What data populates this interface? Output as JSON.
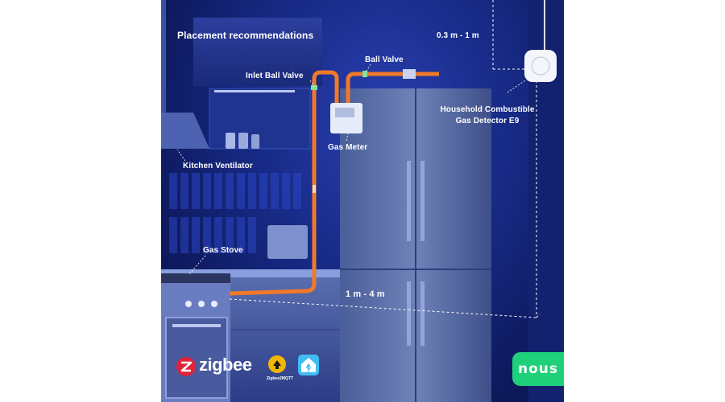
{
  "header": {
    "title": "Placement recommendations"
  },
  "distances": {
    "ceiling": "0.3 m - 1 m",
    "horizontal": "1 m - 4 m"
  },
  "labels": {
    "inlet_ball_valve": "Inlet Ball Valve",
    "ball_valve": "Ball Valve",
    "gas_meter": "Gas Meter",
    "detector": "Household Combustible Gas Detector E9",
    "kitchen_ventilator": "Kitchen Ventilator",
    "gas_stove": "Gas Stove"
  },
  "logos": {
    "zigbee": "zigbee",
    "zigbee2mqtt": "Zigbee2MQTT",
    "brand": "nous"
  },
  "colors": {
    "background": "#172a86",
    "pipe": "#f07a2a",
    "brand_green": "#1ed07a",
    "zigbee_red": "#e0233a",
    "guide_line": "#ffffff"
  }
}
